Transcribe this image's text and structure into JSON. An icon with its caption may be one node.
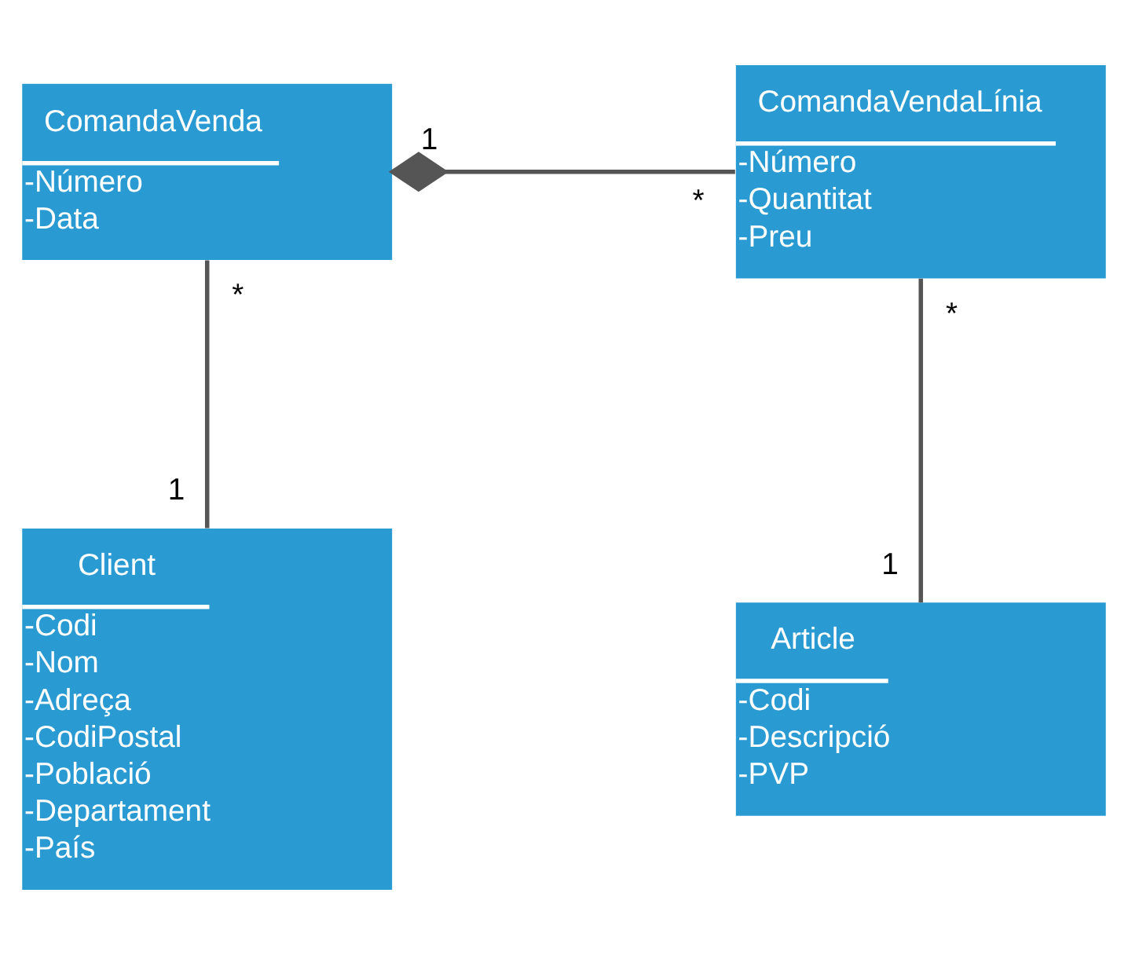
{
  "diagram": {
    "nodes": [
      {
        "text": [
          "ComandaVenda",
          "-Número",
          "-Data"
        ]
      },
      {
        "text": [
          "ComandaVendaLínia",
          "-Número",
          "-Quantitat",
          "-Preu"
        ]
      },
      {
        "text": [
          "Client",
          "-Codi",
          "-Nom",
          "-Adreça",
          "-CodiPostal",
          "-Població",
          "-Departament",
          "-País"
        ]
      },
      {
        "text": [
          "Article",
          "-Codi",
          "-Descripció",
          "-PVP"
        ]
      }
    ],
    "edges": [
      {
        "from": 0,
        "to": 1,
        "arrow": "other"
      },
      {
        "from": 0,
        "to": 2,
        "arrow": "none"
      },
      {
        "from": 1,
        "to": 3,
        "arrow": "none"
      }
    ],
    "labels": [
      "1",
      "*",
      "*",
      "*",
      "1",
      "1"
    ]
  }
}
